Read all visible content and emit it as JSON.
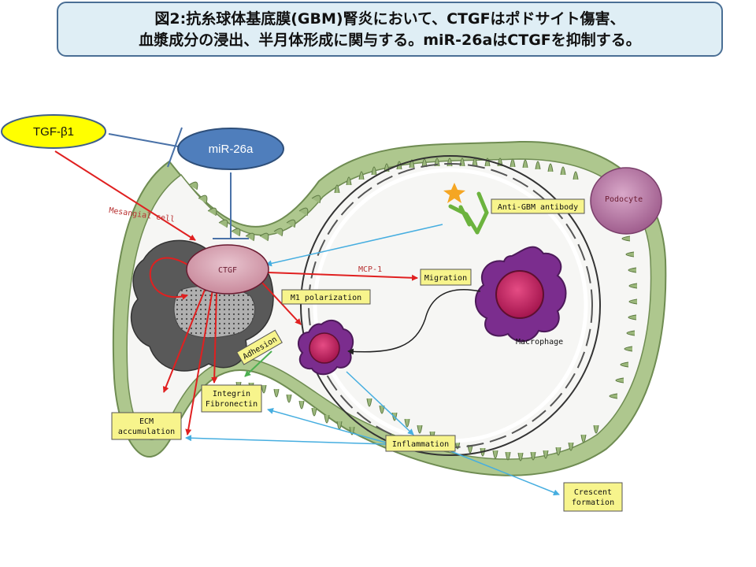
{
  "title": {
    "line1": "図2:抗糸球体基底膜(GBM)腎炎において、CTGFはポドサイト傷害、",
    "line2": "血漿成分の浸出、半月体形成に関与する。miR-26aはCTGFを抑制する。"
  },
  "ovals": {
    "tgf": "TGF-β1",
    "mir": "miR-26a"
  },
  "labels": {
    "mesangial": "Mesangial cell",
    "ctgf": "CTGF",
    "podocyte": "Podocyte",
    "anti_gbm": "Anti-GBM antibody",
    "mcp1": "MCP-1",
    "migration": "Migration",
    "m1": "M1 polarization",
    "macrophage": "Macrophage",
    "adhesion": "Adhesion",
    "integrin_1": "Integrin",
    "integrin_2": "Fibronectin",
    "ecm_1": "ECM",
    "ecm_2": "accumulation",
    "inflammation": "Inflammation",
    "crescent_1": "Crescent",
    "crescent_2": "formation"
  },
  "colors": {
    "tgf_fill": "#ffff00",
    "mir_fill": "#4f7ebc",
    "red_arrow": "#e02020",
    "blue_arrow": "#46aee0",
    "label_box": "#f7f48c",
    "membrane_green": "#9cb87c",
    "ctgf_fill": "#dfa2b2",
    "macrophage_purple": "#7b2d8e",
    "podocyte_fill": "#c688b4"
  }
}
